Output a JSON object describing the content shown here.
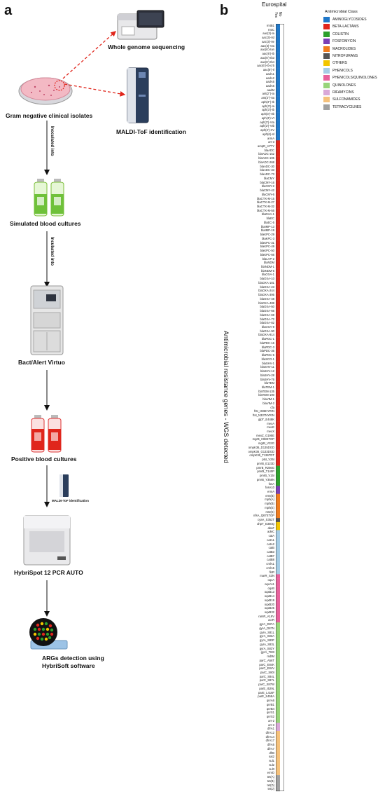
{
  "panel_a": {
    "letter": "a",
    "whole_genome": "Whole genome sequencing",
    "maldi": "MALDI-ToF identification",
    "isolates": "Gram negative clinical isolates",
    "arrow1": "Inoculated into",
    "simulated": "Simulated blood cultures",
    "arrow2": "Incubated into",
    "bact": "Bact/Alert Virtuo",
    "positive": "Positive blood cultures",
    "mini_maldi": "MALDI-ToF identification",
    "hybrispot": "HybriSpot 12 PCR AUTO",
    "args1": "ARGs detection using",
    "args2": "HybriSoft software"
  },
  "panel_b": {
    "letter": "b",
    "title": "Eurospital",
    "col_no": "No",
    "col_yes": "Yes",
    "axis_label": "Antimicrobial resistance genes - WGS detected",
    "legend_title": "Antimicrobial Class",
    "legend": [
      {
        "label": "AMINOGLYCOSIDES",
        "color": "#1f77c8"
      },
      {
        "label": "BETA-LACTAMS",
        "color": "#e0261c"
      },
      {
        "label": "COLISTIN",
        "color": "#2ca02c"
      },
      {
        "label": "FOSFOMYCIN",
        "color": "#7b3fb5"
      },
      {
        "label": "MACROLIDES",
        "color": "#f07c1e"
      },
      {
        "label": "NITROFURANS",
        "color": "#555555"
      },
      {
        "label": "OTHERS",
        "color": "#f2c500"
      },
      {
        "label": "PHENICOLS",
        "color": "#a6cde6"
      },
      {
        "label": "PHENICOLS/QUINOLONES",
        "color": "#e8619c"
      },
      {
        "label": "QUINOLONES",
        "color": "#98d47a"
      },
      {
        "label": "RIFAMYCINS",
        "color": "#d9a8d8"
      },
      {
        "label": "SULFONAMIDES",
        "color": "#f5c17b"
      },
      {
        "label": "TETRACYCILNES",
        "color": "#a0a0a0"
      }
    ],
    "genes": [
      "rmtB1",
      "rmtC",
      "aac(3)-Ia",
      "aac(3)-IId",
      "aac(3)-IIe",
      "aac(3)-VIa",
      "aac(6')-Ian",
      "aac(6')-Ib",
      "aac(6')-Ib3",
      "aac(6')-Ib4",
      "aac(6')-Ib-cr5",
      "aac(6')-Il",
      "aadA1",
      "aadA2",
      "aadA5",
      "aadA6",
      "aadM",
      "ant(2'')-Ia",
      "ant(3'')-IIa",
      "aph(3'')-Ib",
      "aph(3')-Ia",
      "aph(3')-Ib",
      "aph(3')-IIb",
      "aph(3')-VI",
      "aph(3')-VIa",
      "aph(3')-VIb",
      "aph(3')-XV",
      "aph(6)-Id",
      "armA",
      "arr-3",
      "ampD_H77Y",
      "blaADC",
      "blaADC-152",
      "blaADC-195",
      "blaADC-268",
      "blaADC-30",
      "blaADC-33",
      "blaADC-73",
      "blaCMY",
      "blaCMY-16",
      "blaCMY-2",
      "blaCMY-42",
      "blaCMY-6",
      "blaCTX-M-15",
      "blaCTX-M-27",
      "blaCTX-M-32",
      "blaCTX-M-55",
      "blaDHA-1",
      "blaEC",
      "blaEC-5",
      "blaIMP-13",
      "blaIMP-19",
      "blaKPC-29",
      "blaKPC-3",
      "blaKPC-31",
      "blaKPC-49",
      "blaKPC-50",
      "blaKPC-66",
      "blaLAP-2",
      "blaNDM",
      "blaNDM-1",
      "blaNDM-5",
      "blaOXA-1",
      "blaOXA-10",
      "blaOXA-181",
      "blaOXA-23",
      "blaOXA-244",
      "blaOXA-395",
      "blaOXA-48",
      "blaOXA-488",
      "blaOXA-50",
      "blaOXA-66",
      "blaOXA-69",
      "blaOXA-72",
      "blaOXA-82",
      "blaOXA-9",
      "blaOXA-90",
      "blaOXA-914",
      "blaPDC-1",
      "blaPDC-16",
      "blaPDC-3",
      "blaPDC-35",
      "blaPDC-5",
      "blaSCO-1",
      "blaSHV-1",
      "blaSHV-11",
      "blaSHV-12",
      "blaSHV-28",
      "blaSHV-76",
      "blaTEM",
      "blaTEM-1",
      "blaTEM-135",
      "blaTEM-190",
      "blaVIM-1",
      "blaVIM-2",
      "cfa",
      "ftsI_I336KYRIN",
      "ftsI_N337NYRIN",
      "glpT_E448K",
      "mexA",
      "mexE",
      "mexX",
      "mexZ_G195E",
      "mgrB_C88STOP",
      "mgrB_V32G",
      "ompK36_D135DGD",
      "ompK36_G133DGD",
      "ompK36_T136TDT",
      "ptsI_V25I",
      "pmrB_E123D",
      "pmrB_R256G",
      "pmrB_T140P",
      "pmrB_V15I",
      "pmrB_Y358N",
      "fosA",
      "fosA10",
      "ermA",
      "erm(B)",
      "mph(A)",
      "mph(B)",
      "mph(E)",
      "msr(E)",
      "nfsA_Q67STOP",
      "cyaA_S352T",
      "uhpT_E350Q",
      "abaF",
      "adeC",
      "catA",
      "catA1",
      "catA2",
      "catB",
      "catB3",
      "catB7",
      "catB8",
      "cmlA1",
      "cmlA5",
      "floR",
      "marR_S3N",
      "oqxA",
      "oqxA11",
      "oqxB",
      "oqxB13",
      "oqxB14",
      "oqxB19",
      "oqxB20",
      "oqxB25",
      "oqxB32",
      "ramR_A19V",
      "acrR",
      "gyrA_D87A",
      "gyrA_D87N",
      "gyrA_S81L",
      "gyrA_S83A",
      "gyrA_S83F",
      "gyrA_S83L",
      "gyrA_S83Y",
      "gyrA_T83I",
      "mdtM",
      "parC_A56T",
      "parC_E84K",
      "parC_E84V",
      "parC_S80I",
      "parC_S84L",
      "parC_S87L",
      "parC_S87W",
      "parE_I529L",
      "parE_L416F",
      "parE_S458A",
      "qnrA6",
      "qnrB1",
      "qnrB4",
      "qnrS1",
      "qnrS2",
      "arr-2",
      "arr-3",
      "dfrA1",
      "dfrA12",
      "dfrA14",
      "dfrA17",
      "dfrA5",
      "dfrA7",
      "dfrB",
      "sat2",
      "sul1",
      "sul2",
      "sul3",
      "emrD",
      "tet(A)",
      "tet(B)",
      "tet(D)",
      "tet(J)"
    ],
    "gene_class_counts": [
      {
        "class": "AMINOGLYCOSIDES",
        "count": 29
      },
      {
        "class": "BETA-LACTAMS",
        "count": 81
      },
      {
        "class": "COLISTIN",
        "count": 5
      },
      {
        "class": "FOSFOMYCIN",
        "count": 2
      },
      {
        "class": "MACROLIDES",
        "count": 6
      },
      {
        "class": "NITROFURANS",
        "count": 1
      },
      {
        "class": "OTHERS",
        "count": 2
      },
      {
        "class": "PHENICOLS",
        "count": 11
      },
      {
        "class": "PHENICOLS/QUINOLONES",
        "count": 12
      },
      {
        "class": "QUINOLONES",
        "count": 25
      },
      {
        "class": "RIFAMYCINS",
        "count": 2
      },
      {
        "class": "SULFONAMIDES",
        "count": 11
      },
      {
        "class": "TETRACYCILNES",
        "count": 5
      }
    ]
  }
}
